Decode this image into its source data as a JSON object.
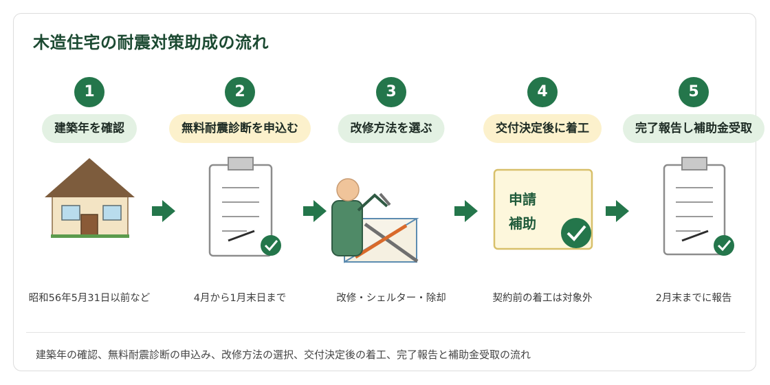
{
  "title": "木造住宅の耐震対策助成の流れ",
  "steps": [
    {
      "number": "1",
      "label": "建築年を確認",
      "note": "昭和56年5月31日以前など"
    },
    {
      "number": "2",
      "label": "無料耐震診断を申込む",
      "note": "4月から1月末日まで"
    },
    {
      "number": "3",
      "label": "改修方法を選ぶ",
      "note": "改修・シェルター・除却"
    },
    {
      "number": "4",
      "label": "交付決定後に着工",
      "note": "契約前の着工は対象外"
    },
    {
      "number": "5",
      "label": "完了報告し補助金受取",
      "note": "2月末までに報告"
    }
  ],
  "document_text": {
    "line1": "申請",
    "line2": "補助"
  },
  "caption": "建築年の確認、無料耐震診断の申込み、改修方法の選択、交付決定後の着工、完了報告と補助金受取の流れ",
  "colors": {
    "primary_green": "#24764b",
    "label_green_bg": "#e3f1e3",
    "label_yellow_bg": "#fcf1cc",
    "title_text": "#1c4a32"
  },
  "icons": [
    "house-icon",
    "clipboard-check-icon",
    "person-shelter-icon",
    "application-document-icon",
    "arrow-right-icon",
    "check-badge-icon"
  ]
}
